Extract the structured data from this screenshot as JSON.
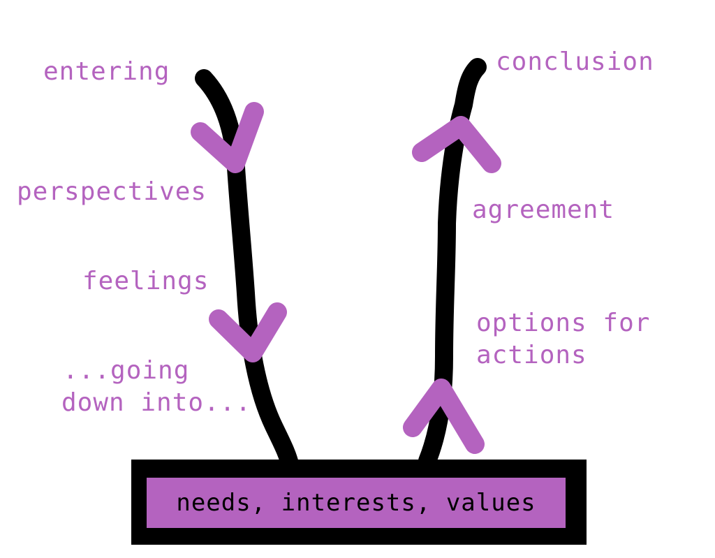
{
  "colors": {
    "accent": "#b463bf",
    "stroke": "#000000",
    "background": "#ffffff"
  },
  "left_path": {
    "top_label": "entering",
    "labels": [
      "perspectives",
      "feelings"
    ],
    "bottom_label_lines": [
      "...going",
      "down into..."
    ]
  },
  "right_path": {
    "top_label": "conclusion",
    "labels": [
      "agreement"
    ],
    "options_lines": [
      "options for",
      "actions"
    ]
  },
  "base": {
    "label": "needs, interests, values"
  }
}
